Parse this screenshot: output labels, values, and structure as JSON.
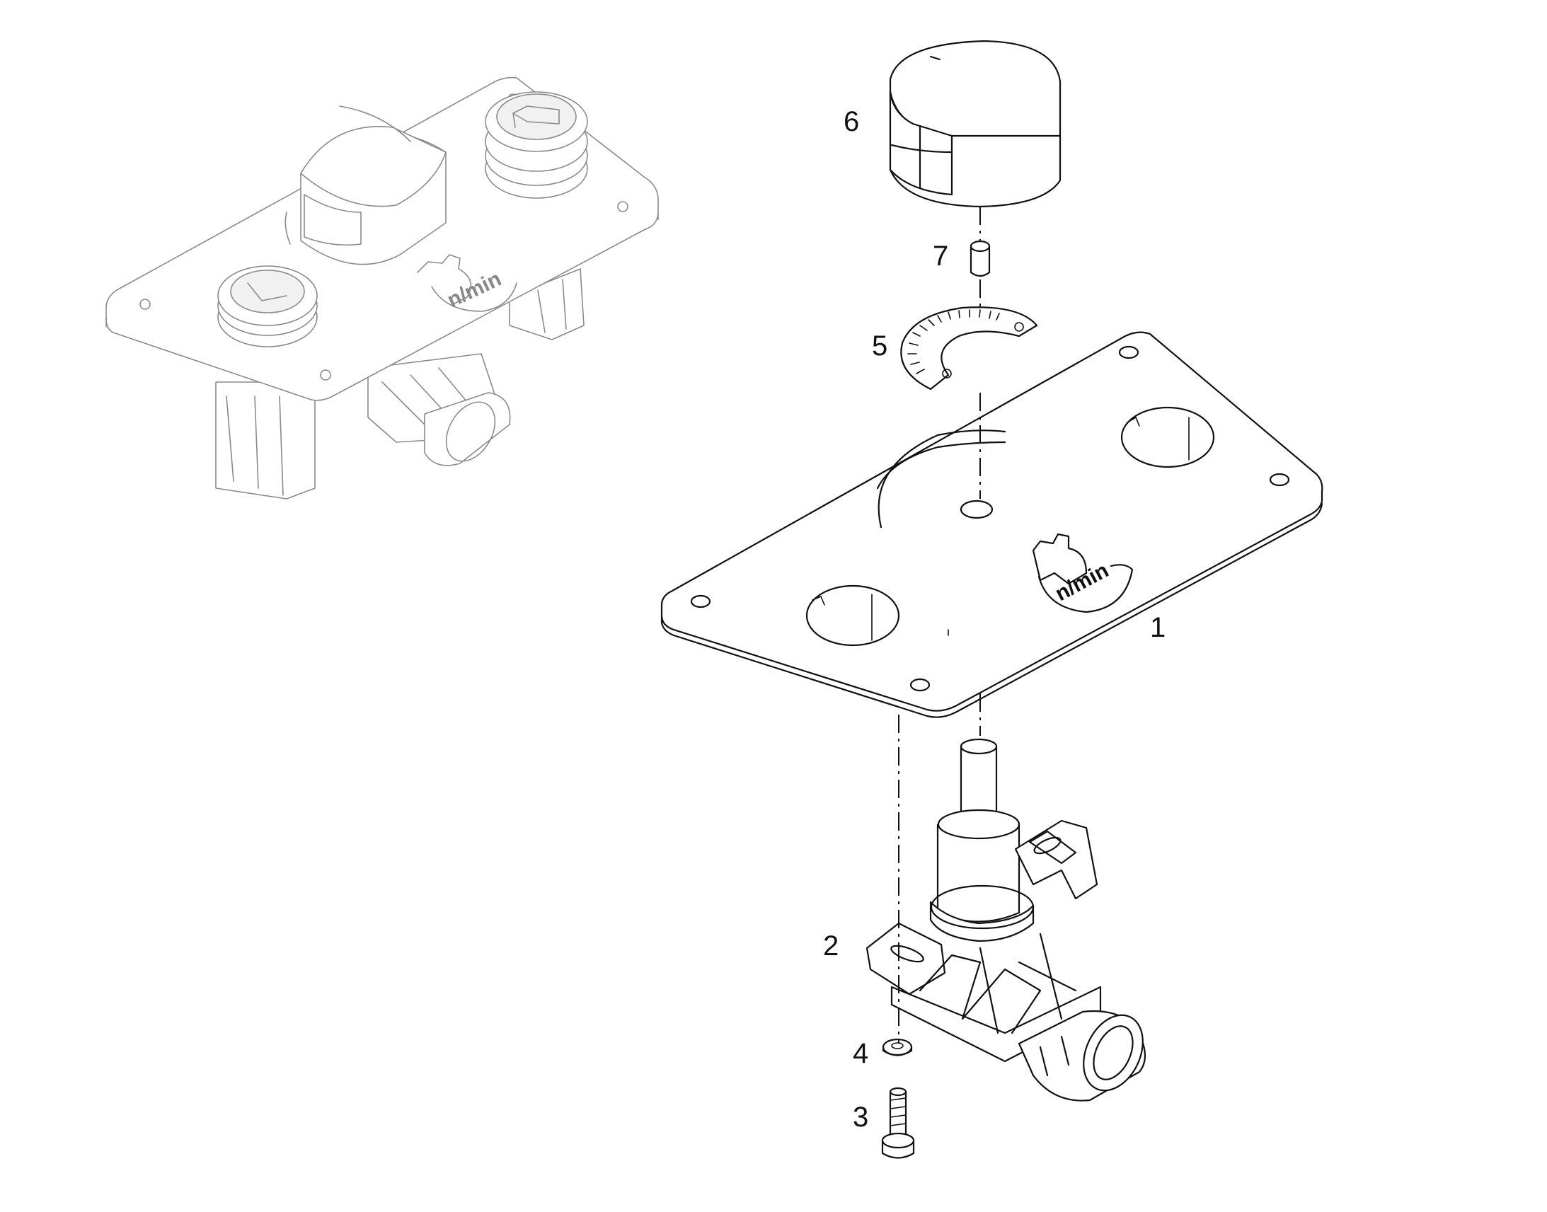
{
  "callouts": [
    {
      "id": "1",
      "label": "1"
    },
    {
      "id": "2",
      "label": "2"
    },
    {
      "id": "3",
      "label": "3"
    },
    {
      "id": "4",
      "label": "4"
    },
    {
      "id": "5",
      "label": "5"
    },
    {
      "id": "6",
      "label": "6"
    },
    {
      "id": "7",
      "label": "7"
    }
  ],
  "panel_logo_text": "n/min",
  "assembled_logo_text": "n/min"
}
